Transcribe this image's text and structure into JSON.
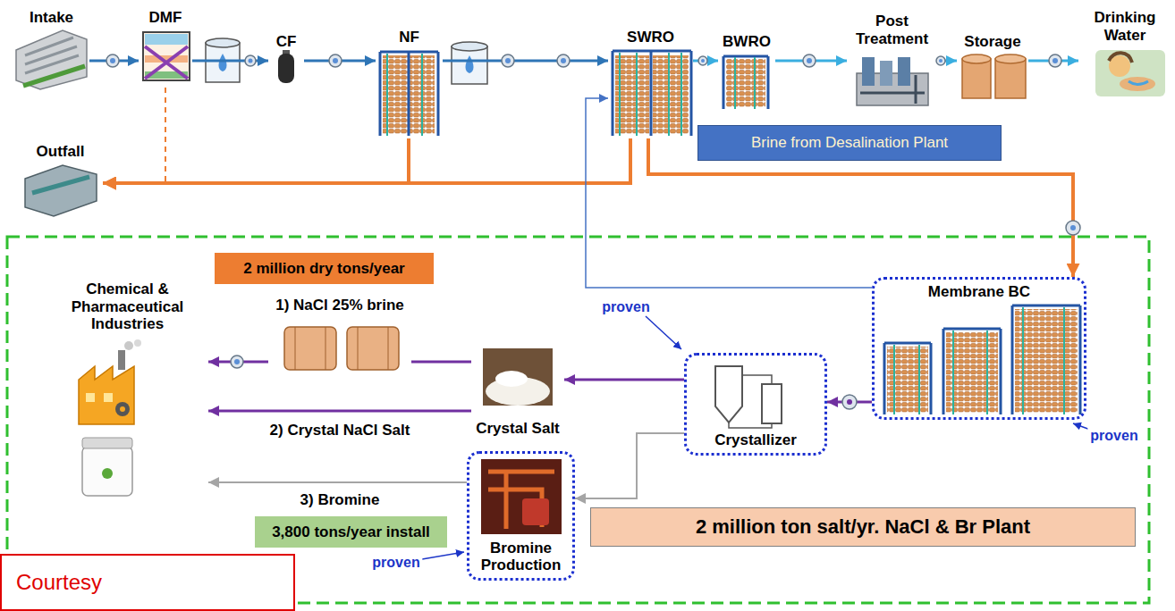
{
  "diagram": {
    "nodes": [
      {
        "text": [
          "Intake"
        ]
      },
      {
        "text": [
          "DMF"
        ]
      },
      {
        "text": [
          "CF"
        ]
      },
      {
        "text": [
          "NF"
        ]
      },
      {
        "text": [
          "SWRO"
        ]
      },
      {
        "text": [
          "BWRO"
        ]
      },
      {
        "text": [
          "Post Treatment"
        ]
      },
      {
        "text": [
          "Storage"
        ]
      },
      {
        "text": [
          "Drinking Water"
        ]
      },
      {
        "text": [
          "Outfall"
        ]
      },
      {
        "text": [
          "Brine from Desalination Plant"
        ]
      },
      {
        "text": [
          "Chemical & Pharmaceutical Industries"
        ]
      },
      {
        "text": [
          "2 million dry tons/year"
        ]
      },
      {
        "text": [
          "1) NaCl 25% brine"
        ]
      },
      {
        "text": [
          "Crystal Salt"
        ]
      },
      {
        "text": [
          "Crystallizer"
        ]
      },
      {
        "text": [
          "Membrane BC"
        ]
      },
      {
        "text": [
          "Bromine Production"
        ]
      },
      {
        "text": [
          "3,800 tons/year install"
        ]
      },
      {
        "text": [
          "2 million ton salt/yr. NaCl & Br Plant"
        ]
      },
      {
        "text": [
          "Courtesy"
        ]
      }
    ],
    "edges": [
      {
        "from": 0,
        "to": 1,
        "arrow": "to"
      },
      {
        "from": 1,
        "to": 2,
        "arrow": "to"
      },
      {
        "from": 2,
        "to": 3,
        "arrow": "to"
      },
      {
        "from": 3,
        "to": 4,
        "arrow": "to"
      },
      {
        "from": 4,
        "to": 5,
        "arrow": "to"
      },
      {
        "from": 5,
        "to": 6,
        "arrow": "to"
      },
      {
        "from": 6,
        "to": 7,
        "arrow": "to"
      },
      {
        "from": 7,
        "to": 8,
        "arrow": "to"
      },
      {
        "from": 1,
        "to": 9,
        "arrow": "to"
      },
      {
        "from": 3,
        "to": 9,
        "arrow": "to"
      },
      {
        "from": 4,
        "to": 9,
        "arrow": "to"
      },
      {
        "from": 4,
        "to": 16,
        "arrow": "to"
      },
      {
        "from": 16,
        "to": 4,
        "arrow": "to"
      },
      {
        "from": 16,
        "to": 15,
        "arrow": "to"
      },
      {
        "from": 15,
        "to": 14,
        "arrow": "to"
      },
      {
        "from": 14,
        "to": 13,
        "arrow": "none"
      },
      {
        "from": 13,
        "to": 11,
        "arrow": "to"
      },
      {
        "from": 14,
        "to": 11,
        "label": "2) Crystal NaCl Salt",
        "arrow": "to"
      },
      {
        "from": 15,
        "to": 17,
        "arrow": "to"
      },
      {
        "from": 17,
        "to": 11,
        "label": "3) Bromine",
        "arrow": "to"
      }
    ],
    "labels": [
      "proven",
      "proven",
      "proven"
    ]
  }
}
